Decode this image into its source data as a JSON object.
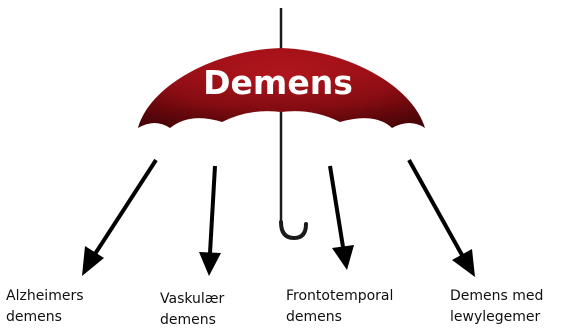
{
  "diagram": {
    "title": "Demens",
    "branches": [
      {
        "line1": "Alzheimers",
        "line2": "demens"
      },
      {
        "line1": "Vaskulær",
        "line2": "demens"
      },
      {
        "line1": "Frontotemporal",
        "line2": "demens"
      },
      {
        "line1": "Demens med",
        "line2": "lewylegemer"
      }
    ]
  },
  "colors": {
    "canopy_light": "#b2141c",
    "canopy_dark": "#5e0408",
    "title_text": "#ffffff",
    "arrow": "#000000",
    "shaft": "#1a1a1a",
    "label_text": "#111111"
  }
}
